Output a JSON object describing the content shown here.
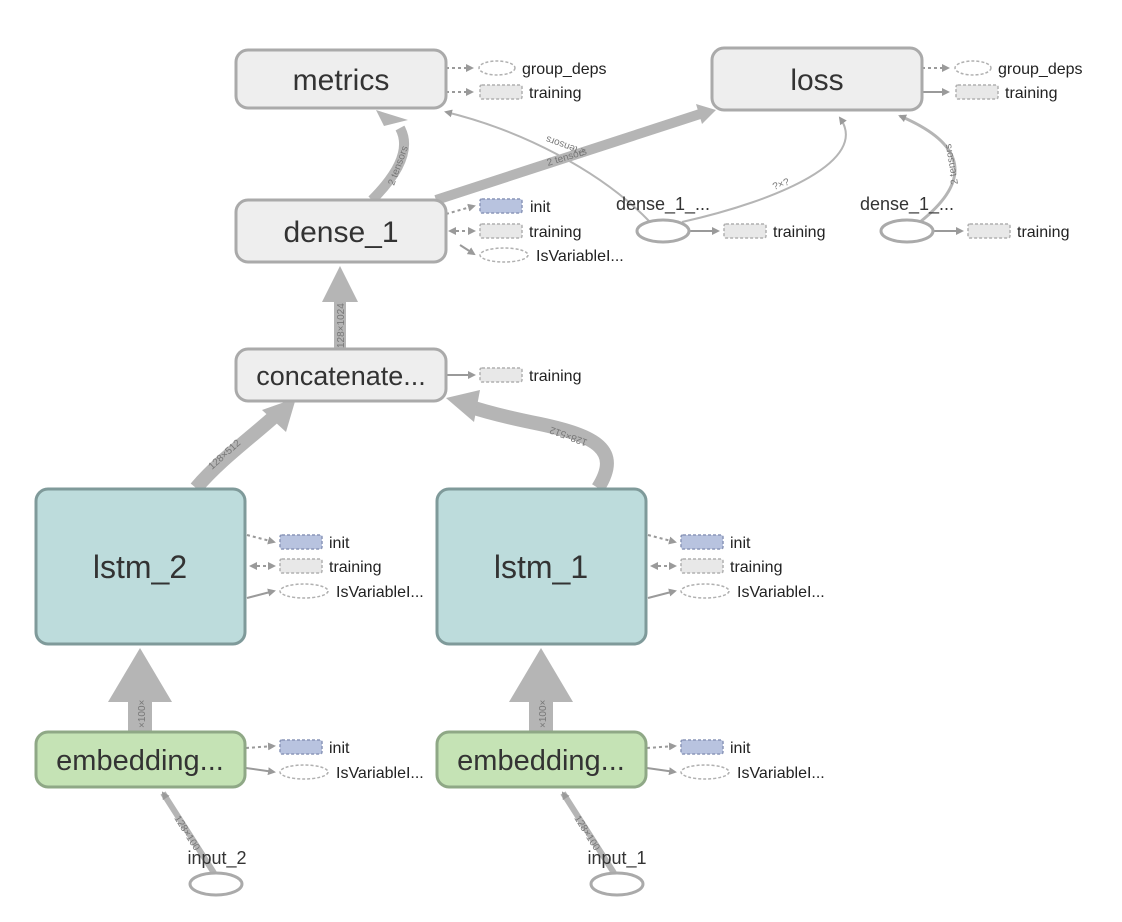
{
  "colors": {
    "meta_fill": "#eeeeee",
    "meta_stroke": "#aaaaaa",
    "lstm_fill": "#bddcdc",
    "lstm_stroke": "#7f9a9a",
    "embedding_fill": "#c5e3b5",
    "embedding_stroke": "#8fa886",
    "edge": "#b5b5b5",
    "init_fill": "#b8c3df",
    "init_stroke": "#8a96b8",
    "training_fill": "#e8e8e8",
    "training_stroke": "#b0b0b0"
  },
  "nodes": {
    "metrics": "metrics",
    "loss": "loss",
    "dense_1": "dense_1",
    "concatenate": "concatenate...",
    "lstm_2": "lstm_2",
    "lstm_1": "lstm_1",
    "embedding_2": "embedding...",
    "embedding_1": "embedding...",
    "input_2": "input_2",
    "input_1": "input_1",
    "dense_1_a": "dense_1_...",
    "dense_1_b": "dense_1_..."
  },
  "aux": {
    "group_deps": "group_deps",
    "training": "training",
    "init": "init",
    "is_variable": "IsVariableI..."
  },
  "edge_labels": {
    "input2_embedding": "128×100",
    "input1_embedding": "128×100",
    "embedding2_lstm2": "×100×",
    "embedding1_lstm1": "×100×",
    "lstm2_concat": "128×512",
    "lstm1_concat": "128×512",
    "concat_dense": "128×1024",
    "dense_metrics": "2 tensors",
    "dense_loss": "2 tensors",
    "densea_metrics": "2 tensors",
    "densea_loss": "?×?",
    "denseb_loss": "2 tensors"
  }
}
